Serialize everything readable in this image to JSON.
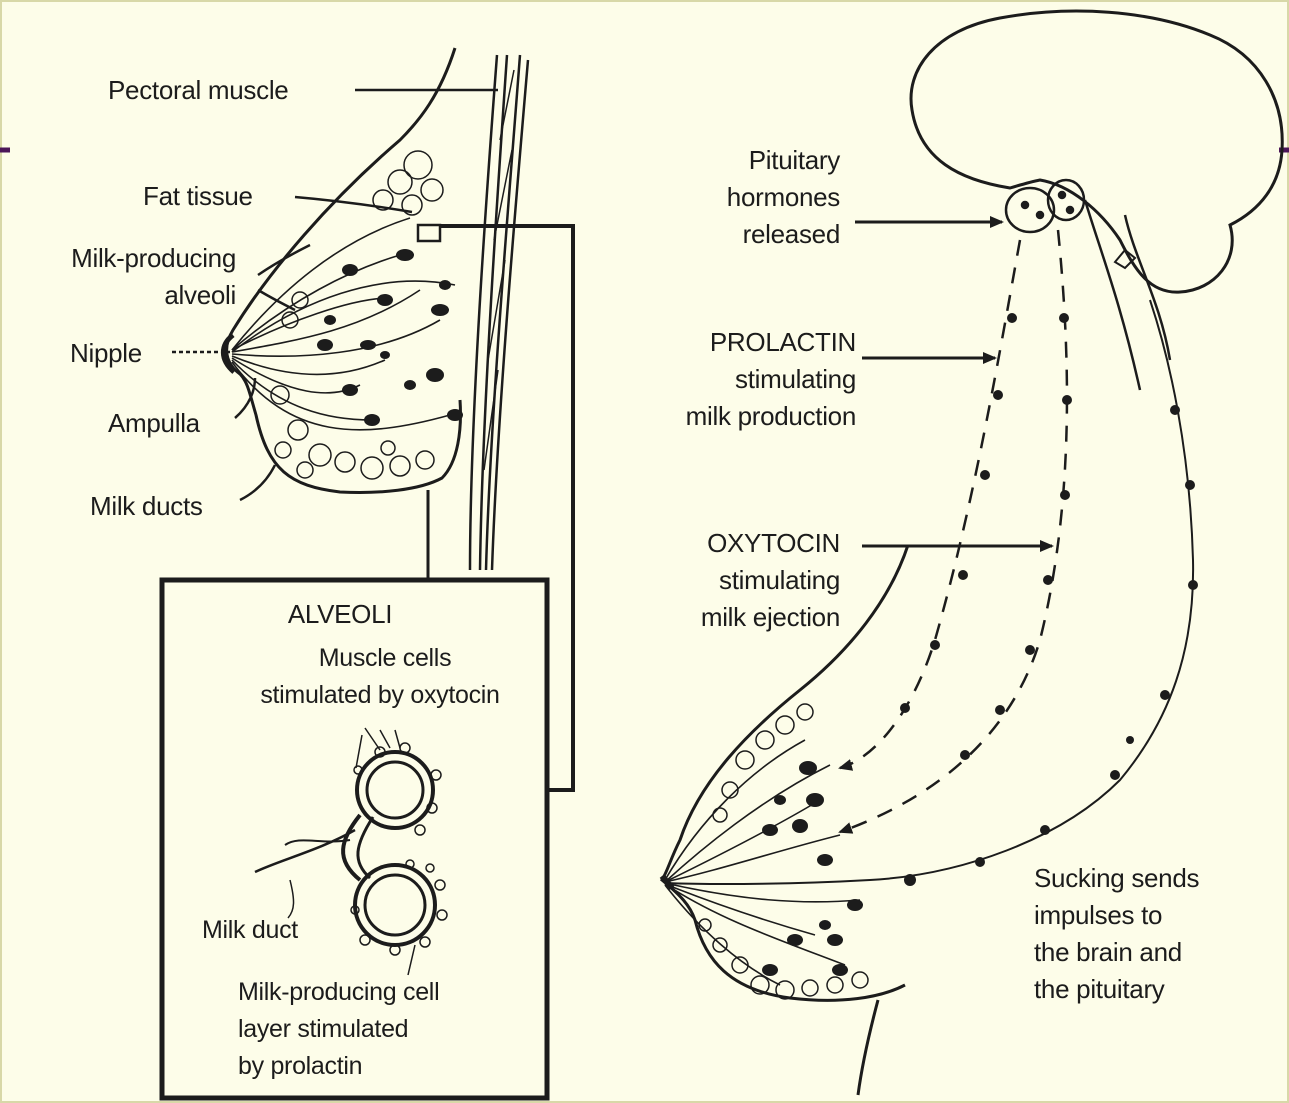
{
  "left_diagram": {
    "pectoral_muscle": "Pectoral muscle",
    "fat_tissue": "Fat tissue",
    "milk_producing_alveoli": [
      "Milk-producing",
      "alveoli"
    ],
    "nipple": "Nipple",
    "ampulla": "Ampulla",
    "milk_ducts": "Milk ducts"
  },
  "inset": {
    "title": "ALVEOLI",
    "muscle_cells": [
      "Muscle   cells",
      "stimulated  by  oxytocin"
    ],
    "milk_duct": "Milk  duct",
    "cell_layer": [
      "Milk-producing     cell",
      "layer   stimulated",
      "by  prolactin"
    ]
  },
  "right_diagram": {
    "pituitary": [
      "Pituitary",
      "hormones",
      "released"
    ],
    "prolactin": [
      "PROLACTIN",
      "stimulating",
      "milk production"
    ],
    "oxytocin": [
      "OXYTOCIN",
      "stimulating",
      "milk ejection"
    ],
    "sucking": [
      "Sucking sends",
      "impulses to",
      "the brain and",
      "the pituitary"
    ]
  },
  "colors": {
    "background": "#fdfde9",
    "ink": "#1c1c1c",
    "frame_accent": "#4b1659"
  }
}
